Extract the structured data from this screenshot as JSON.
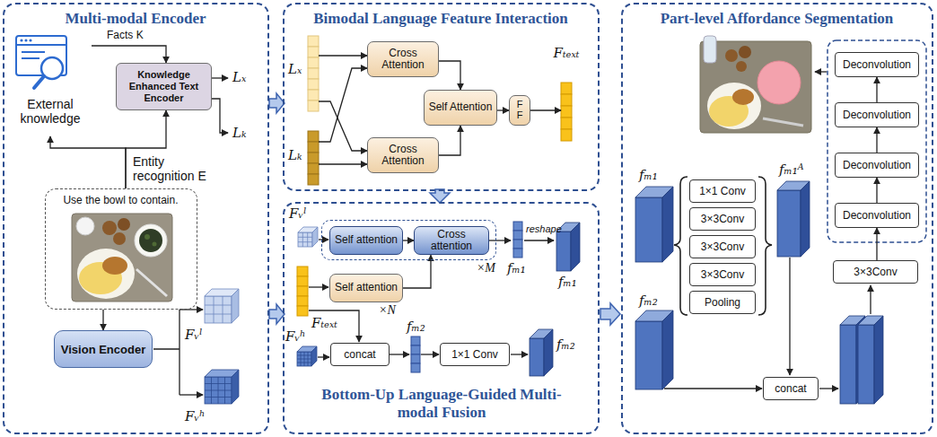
{
  "diagram": {
    "nodes": [
      {
        "text": [
          "Multi-modal Encoder"
        ]
      },
      {
        "text": [
          "External knowledge"
        ],
        "in": 0
      },
      {
        "text": [
          "Knowledge Enhanced Text Encoder"
        ],
        "in": 0
      },
      {
        "text": [
          "Use the bowl to contain."
        ],
        "in": 0
      },
      {
        "text": [
          "Vision Encoder"
        ],
        "in": 0
      },
      {
        "text": [
          "Bimodal Language Feature Interaction"
        ]
      },
      {
        "text": [
          "Lₓ"
        ],
        "in": 5
      },
      {
        "text": [
          "Lₖ"
        ],
        "in": 5
      },
      {
        "text": [
          "Cross Attention"
        ],
        "in": 5
      },
      {
        "text": [
          "Cross Attention"
        ],
        "in": 5
      },
      {
        "text": [
          "Self Attention"
        ],
        "in": 5
      },
      {
        "text": [
          "F F"
        ],
        "in": 5
      },
      {
        "text": [
          "Fₜₑₓₜ"
        ],
        "in": 5
      },
      {
        "text": [
          "Bottom-Up Language-Guided Multi-modal Fusion"
        ]
      },
      {
        "text": [
          "×M"
        ],
        "in": 13
      },
      {
        "text": [
          "Self attention"
        ],
        "in": 14
      },
      {
        "text": [
          "Cross attention"
        ],
        "in": 14
      },
      {
        "text": [
          "Self attention"
        ],
        "in": 13
      },
      {
        "text": [
          "concat"
        ],
        "in": 13
      },
      {
        "text": [
          "1×1 Conv"
        ],
        "in": 13
      },
      {
        "text": [
          "Part-level Affordance Segmentation"
        ]
      },
      {
        "text": [
          "Deconvolution"
        ],
        "in": 20
      },
      {
        "text": [
          "Deconvolution"
        ],
        "in": 20
      },
      {
        "text": [
          "Deconvolution"
        ],
        "in": 20
      },
      {
        "text": [
          "Deconvolution"
        ],
        "in": 20
      },
      {
        "text": [
          "1×1 Conv"
        ],
        "in": 20
      },
      {
        "text": [
          "3×3Conv"
        ],
        "in": 20
      },
      {
        "text": [
          "3×3Conv"
        ],
        "in": 20
      },
      {
        "text": [
          "3×3Conv"
        ],
        "in": 20
      },
      {
        "text": [
          "Pooling"
        ],
        "in": 20
      },
      {
        "text": [
          "3×3Conv"
        ],
        "in": 20
      },
      {
        "text": [
          "concat"
        ],
        "in": 20
      }
    ],
    "edges": [
      {
        "from": 3,
        "to": 2,
        "arrow": "to",
        "label": "Entity recognition E"
      },
      {
        "from": 3,
        "to": 1,
        "arrow": "to"
      },
      {
        "from": 1,
        "to": 2,
        "arrow": "to",
        "label": "Facts K"
      },
      {
        "from": 3,
        "to": 4,
        "arrow": "to"
      },
      {
        "from": 6,
        "to": 8,
        "arrow": "to"
      },
      {
        "from": 6,
        "to": 9,
        "arrow": "to"
      },
      {
        "from": 7,
        "to": 8,
        "arrow": "to"
      },
      {
        "from": 7,
        "to": 9,
        "arrow": "to"
      },
      {
        "from": 8,
        "to": 10,
        "arrow": "to"
      },
      {
        "from": 9,
        "to": 10,
        "arrow": "to"
      },
      {
        "from": 10,
        "to": 11,
        "arrow": "to"
      },
      {
        "from": 11,
        "to": 12,
        "arrow": "to"
      },
      {
        "from": 15,
        "to": 16,
        "arrow": "to"
      },
      {
        "from": 17,
        "to": 16,
        "arrow": "to"
      },
      {
        "from": 30,
        "to": 24,
        "arrow": "to"
      },
      {
        "from": 24,
        "to": 23,
        "arrow": "to"
      },
      {
        "from": 23,
        "to": 22,
        "arrow": "to"
      },
      {
        "from": 22,
        "to": 21,
        "arrow": "to"
      }
    ],
    "labels": [
      "Lₓ",
      "Lₖ",
      "Fᵥˡ",
      "Fᵥʰ",
      "Fᵥˡ",
      "Fₜₑₓₜ",
      "×N",
      "fₘ₁",
      "reshape",
      "fₘ₁",
      "Fᵥʰ",
      "fₘ₂",
      "fₘ₂",
      "fₘ₁",
      "fₘ₁ᴬ",
      "fₘ₂"
    ]
  }
}
